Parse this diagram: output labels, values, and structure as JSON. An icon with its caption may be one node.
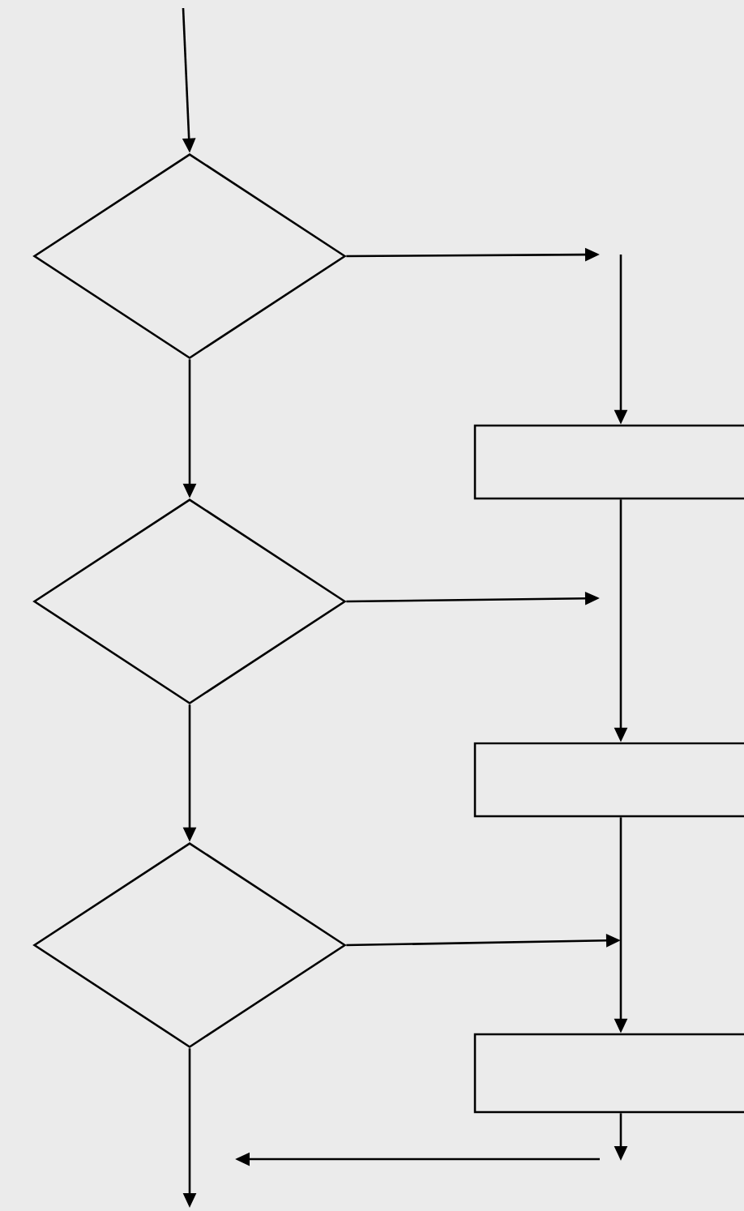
{
  "diagram": {
    "nodes": [
      {
        "text": [],
        "shape": "diamond"
      },
      {
        "text": [],
        "shape": "box"
      },
      {
        "text": [],
        "shape": "diamond"
      },
      {
        "text": [],
        "shape": "box"
      },
      {
        "text": [],
        "shape": "diamond"
      },
      {
        "text": [],
        "shape": "box"
      }
    ],
    "edges": [
      {
        "from": null,
        "to": 0,
        "arrow": "to"
      },
      {
        "from": 0,
        "to": null,
        "arrow": "to"
      },
      {
        "from": null,
        "to": 1,
        "arrow": "to"
      },
      {
        "from": 0,
        "to": 2,
        "arrow": "to"
      },
      {
        "from": 2,
        "to": null,
        "arrow": "to"
      },
      {
        "from": 1,
        "to": 3,
        "arrow": "to"
      },
      {
        "from": 2,
        "to": 4,
        "arrow": "to"
      },
      {
        "from": 4,
        "to": null,
        "arrow": "to"
      },
      {
        "from": 3,
        "to": 5,
        "arrow": "to"
      },
      {
        "from": 4,
        "to": null,
        "arrow": "to"
      },
      {
        "from": 5,
        "to": null,
        "arrow": "to"
      }
    ]
  }
}
